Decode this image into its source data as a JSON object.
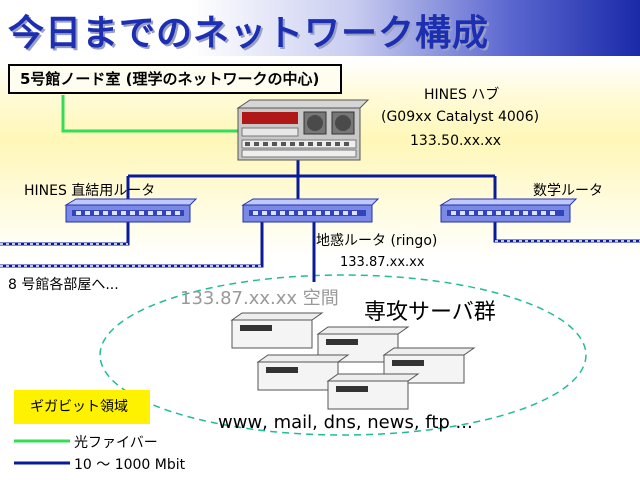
{
  "title": "今日までのネットワーク構成",
  "main_building": "5号館ノード室 (理学のネットワークの中心)",
  "hub": {
    "name": "HINES ハブ",
    "model": "(G09xx Catalyst 4006)",
    "address": "133.50.xx.xx"
  },
  "routers": {
    "hines": "HINES 直結用ルータ",
    "math": "数学ルータ",
    "earth": "地惑ルータ (ringo)",
    "earth_address": "133.87.xx.xx"
  },
  "rooms": "8 号館各部屋へ...",
  "space": "133.87.xx.xx 空間",
  "servers_title": "専攻サーバ群",
  "services": "www, mail, dns, news, ftp ...",
  "legend": {
    "gigabit": "ギガビット領域",
    "fiber": "光ファイバー",
    "copper": "10 ～ 1000 Mbit"
  },
  "colors": {
    "fiber": "#33dd55",
    "copper": "#0a1a9a",
    "title": "#1c2fb2",
    "highlight": "#fff200",
    "ellipse": "#22bb99"
  }
}
